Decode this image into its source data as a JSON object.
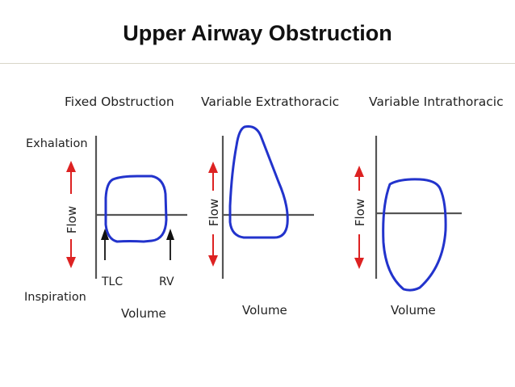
{
  "slide": {
    "title": "Upper Airway Obstruction"
  },
  "panels": [
    {
      "title": "Fixed Obstruction",
      "flow_label": "Flow",
      "volume_label": "Volume",
      "exhalation_label": "Exhalation",
      "inspiration_label": "Inspiration",
      "tlc_label": "TLC",
      "rv_label": "RV"
    },
    {
      "title": "Variable Extrathoracic",
      "flow_label": "Flow",
      "volume_label": "Volume"
    },
    {
      "title": "Variable Intrathoracic",
      "flow_label": "Flow",
      "volume_label": "Volume"
    }
  ],
  "colors": {
    "loop": "#2233cc",
    "arrow": "#dd2222",
    "axis": "#555555"
  }
}
